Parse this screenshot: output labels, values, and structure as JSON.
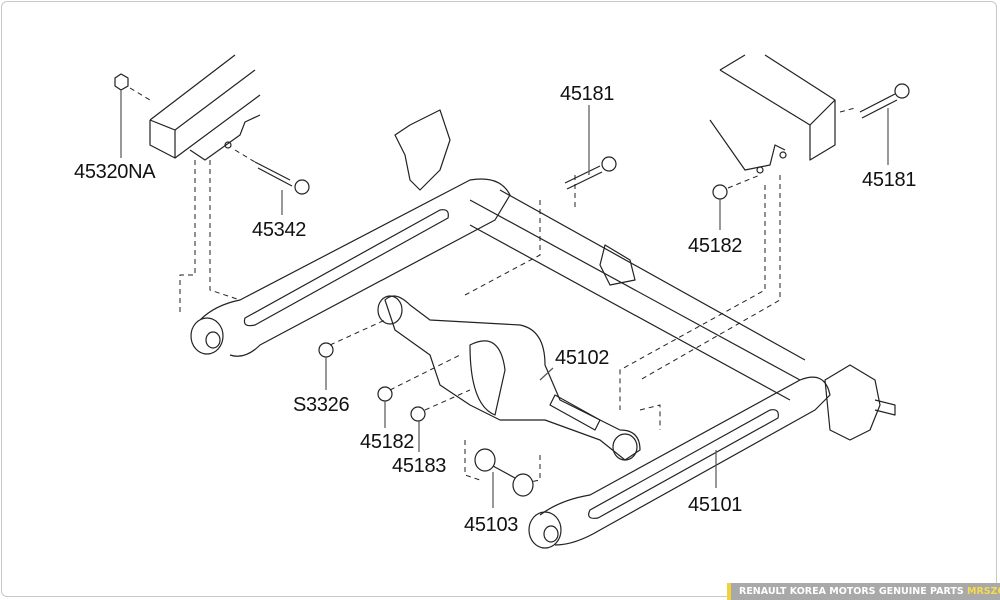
{
  "diagram": {
    "labels": {
      "p45320NA": "45320NA",
      "p45342": "45342",
      "p45181_center": "45181",
      "p45181_right": "45181",
      "p45182_right": "45182",
      "pS3326": "S3326",
      "p45182_left": "45182",
      "p45183": "45183",
      "p45102": "45102",
      "p45101": "45101",
      "p45103": "45103"
    }
  },
  "banner": {
    "text": "RENAULT KOREA MOTORS GENUINE PARTS",
    "brand": "MRSZONE",
    "accent_color": "#f2d23a"
  }
}
